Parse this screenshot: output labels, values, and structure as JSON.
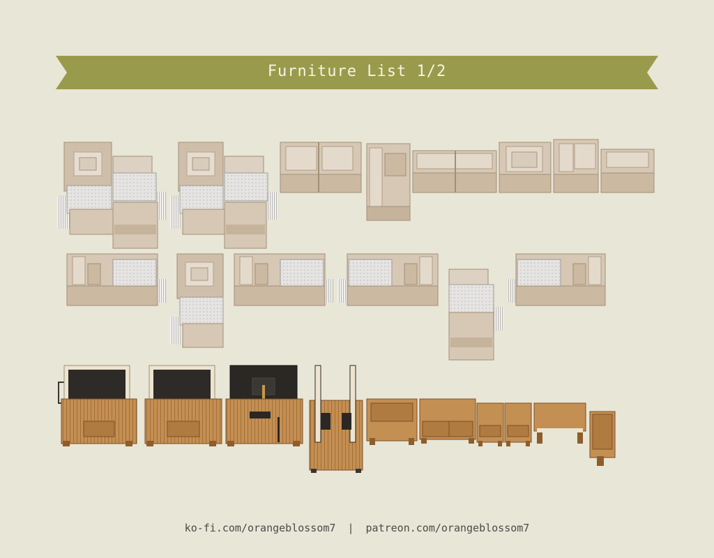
{
  "banner": {
    "title": "Furniture List 1/2",
    "color": "#9a9a4c"
  },
  "sprites": {
    "sofa_items": [
      "corner-sectional-a",
      "corner-sectional-b",
      "loveseat",
      "l-sofa-corner",
      "long-sofa",
      "armchair",
      "armchair-corner",
      "bench-sofa",
      "chaise-sofa-right",
      "corner-sectional-c",
      "chaise-sofa-left",
      "chaise-sofa-mirrored",
      "chaise-ottoman",
      "chaise-sofa-end"
    ],
    "tv_items": [
      "tv-stand-a",
      "tv-stand-b",
      "tv-stand-back",
      "tv-stand-side",
      "wood-cabinet",
      "wood-dresser",
      "nightstand-a",
      "nightstand-b",
      "coffee-table",
      "side-stool"
    ],
    "colors": {
      "sofa": "#d9cdbb",
      "sofa_shadow": "#b9a58f",
      "cushion": "#e4e2e0",
      "wood": "#bf8a4e",
      "wood_dark": "#8e5d2c",
      "screen": "#2e2a27",
      "screen_frame": "#ece4d0"
    }
  },
  "footer": {
    "kofi": "ko-fi.com/orangeblossom7",
    "separator": "|",
    "patreon": "patreon.com/orangeblossom7"
  }
}
